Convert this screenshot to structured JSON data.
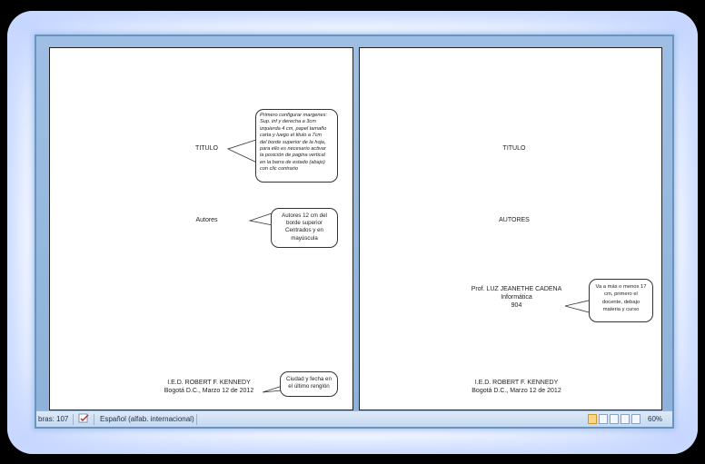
{
  "page1": {
    "titulo": "TITULO",
    "autores": "Autores",
    "school_line1": "I.E.D. ROBERT F. KENNEDY",
    "school_line2": "Bogotá D.C., Marzo 12 de 2012",
    "callout_margins": [
      "Primero configurar margenes:",
      "Sup. inf y derecha a 3cm",
      "izquierda 4 cm, papel tamaño",
      "carta  y luego el titulo a 7cm",
      "del borde superior de la hoja,",
      "para ello es necesario activar",
      "la posición de pagina vertical",
      "en la barra de estado (abajo)",
      "con clic contrario"
    ],
    "callout_autores": [
      "Autores 12 cm del",
      "borde superior",
      "Centrados y en",
      "mayúscula"
    ],
    "callout_fecha": [
      "Ciudad y fecha en",
      "el último renglón"
    ]
  },
  "page2": {
    "titulo": "TITULO",
    "autores": "AUTORES",
    "prof_line1": "Prof.   LUZ JEANETHE CADENA",
    "prof_line2": "Informática",
    "prof_line3": "904",
    "school_line1": "I.E.D. ROBERT F. KENNEDY",
    "school_line2": "Bogotá D.C., Marzo 12 de 2012",
    "callout_docente": [
      "Va a más o menos 17",
      "cm, primero el",
      "docente, debajo",
      "materia y curso"
    ]
  },
  "statusbar": {
    "word_count": "bras: 107",
    "language": "Español (alfab. internacional)",
    "zoom": "60%"
  },
  "colors": {
    "window_frame": "#8fb3d8",
    "statusbar": "#c4d8ef",
    "active_view": "#fbd785"
  }
}
